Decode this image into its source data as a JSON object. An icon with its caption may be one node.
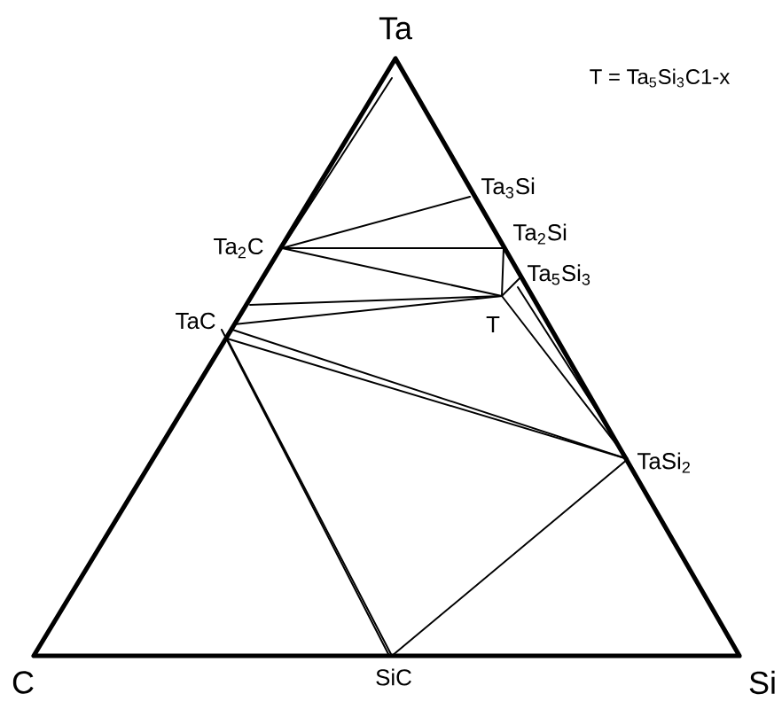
{
  "diagram": {
    "labels": [
      "Ta",
      "T = Ta$_{5}$Si$_{3}$C1-x",
      "Ta$_{3}$Si",
      "Ta$_{2}$C",
      "Ta$_{2}$Si",
      "Ta$_{5}$Si$_{3}$",
      "TaC",
      "T",
      "TaSi$_{2}$",
      "C",
      "SiC",
      "Si"
    ]
  }
}
